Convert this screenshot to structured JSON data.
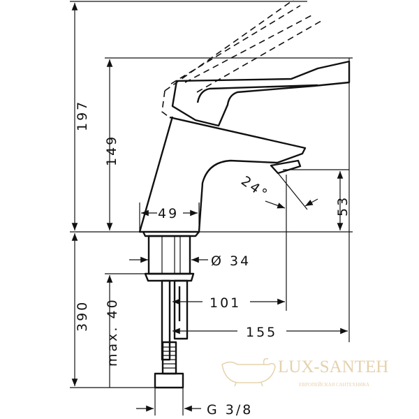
{
  "dimensions": {
    "total_height": "197",
    "body_height": "149",
    "spout_height": "53",
    "spout_angle": "24°",
    "base_width": "49",
    "shank_diameter": "Ø 34",
    "max_thickness": "max. 40",
    "spout_projection": "101",
    "total_projection": "155",
    "below_deck": "390",
    "connection_thread": "G 3/8"
  },
  "watermark": {
    "brand": "LUX-SANTEH",
    "tagline": "ЕВРОПЕЙСКАЯ САНТЕХНИКА",
    "color": "#e2cda4"
  }
}
